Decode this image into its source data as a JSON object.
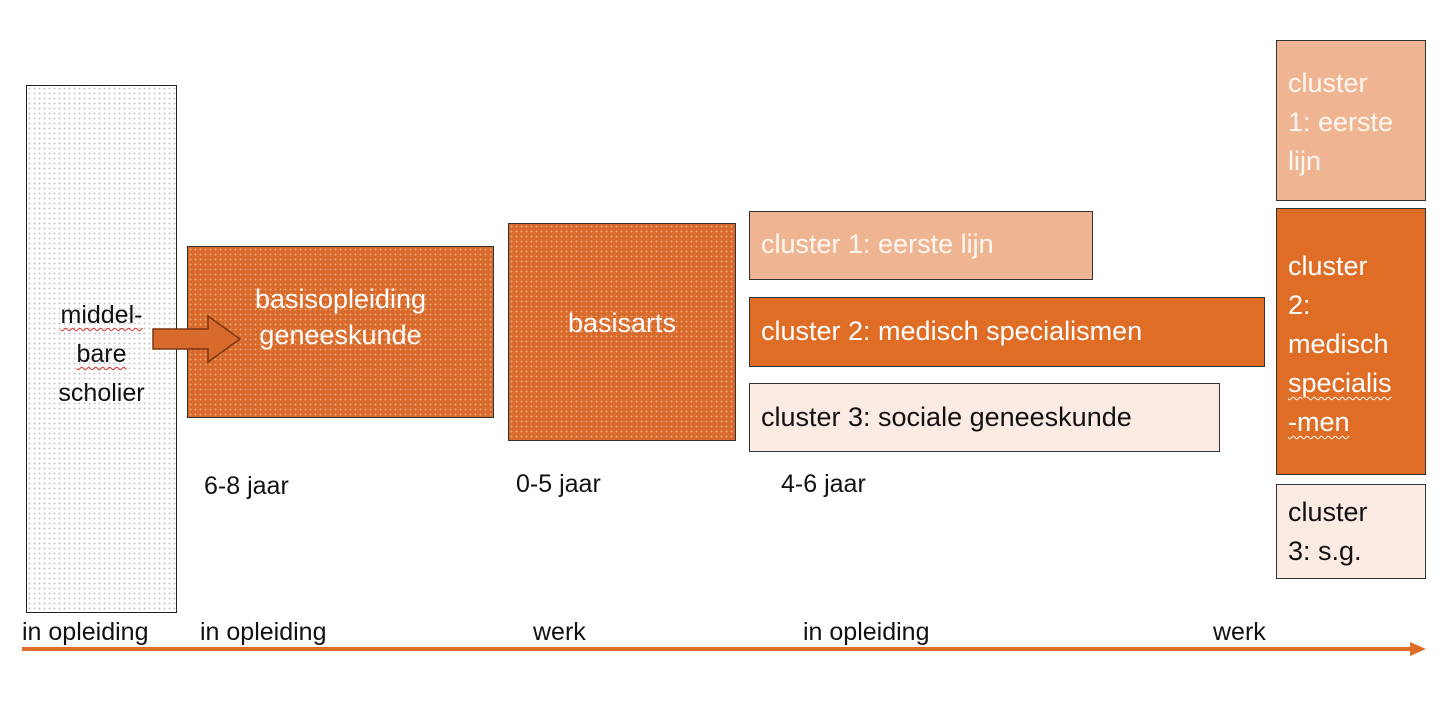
{
  "stages": {
    "scholier": {
      "line1": "middel-",
      "line2": "bare",
      "line3": "scholier"
    },
    "basisopleiding": {
      "line1": "basisopleiding",
      "line2": "geneeskunde"
    },
    "basisarts": {
      "label": "basisarts"
    }
  },
  "clusters_horizontal": {
    "cluster1": "cluster 1: eerste lijn",
    "cluster2": "cluster 2: medisch specialismen",
    "cluster3": "cluster 3: sociale geneeskunde"
  },
  "clusters_vertical": {
    "cluster1": [
      "cluster",
      "1: eerste",
      "lijn"
    ],
    "cluster2": [
      "cluster",
      "2:",
      "medisch",
      "specialis",
      "-men"
    ],
    "cluster3": [
      "cluster",
      "3: s.g."
    ]
  },
  "durations": {
    "basisopleiding": "6-8 jaar",
    "basisarts": "0-5 jaar",
    "clusters": "4-6 jaar"
  },
  "timeline": {
    "labels": [
      "in opleiding",
      "in opleiding",
      "werk",
      "in opleiding",
      "werk"
    ],
    "color": "#df6d26"
  },
  "colors": {
    "orange": "#d86a2c",
    "cluster1_fill": "#efb593",
    "cluster2_fill": "#df6d26",
    "cluster3_fill": "#fcebe2"
  }
}
